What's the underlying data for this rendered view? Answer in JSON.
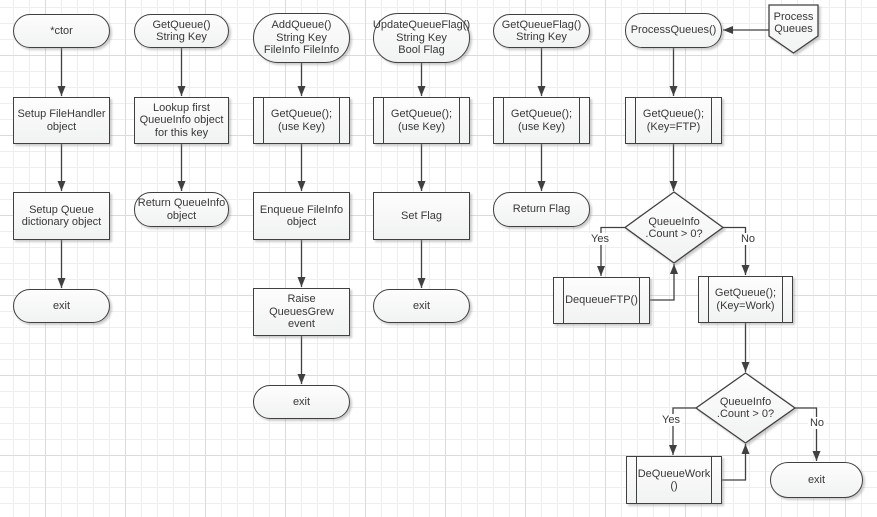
{
  "nodes": {
    "ctor_start": "*ctor",
    "ctor_setup_filehandler": "Setup FileHandler\nobject",
    "ctor_setup_queue_dict": "Setup Queue\ndictionary object",
    "ctor_exit": "exit",
    "getqueue_start": "GetQueue()\nString Key",
    "getqueue_lookup": "Lookup first\nQueueInfo object\nfor this key",
    "getqueue_return": "Return QueueInfo\nobject",
    "addqueue_start": "AddQueue()\nString Key\nFileInfo FileInfo",
    "addqueue_getqueue": "GetQueue();\n(use Key)",
    "addqueue_enqueue": "Enqueue FileInfo\nobject",
    "addqueue_raise": "Raise QueuesGrew\nevent",
    "addqueue_exit": "exit",
    "updateflag_start": "UpdateQueueFlag()\nString Key\nBool Flag",
    "updateflag_getqueue": "GetQueue();\n(use Key)",
    "updateflag_setflag": "Set Flag",
    "updateflag_exit": "exit",
    "getflag_start": "GetQueueFlag()\nString Key",
    "getflag_getqueue": "GetQueue();\n(use Key)",
    "getflag_return": "Return Flag",
    "process_start": "ProcessQueues()",
    "process_offpage": "Process\nQueues",
    "process_getqueue_ftp": "GetQueue();\n(Key=FTP)",
    "process_decision_ftp": "QueueInfo\n.Count > 0?",
    "process_dequeue_ftp": "DequeueFTP()",
    "process_getqueue_work": "GetQueue();\n(Key=Work)",
    "process_decision_work": "QueueInfo\n.Count > 0?",
    "process_dequeue_work": "DeQueueWork\n()",
    "process_exit": "exit"
  },
  "edge_labels": {
    "yes": "Yes",
    "no": "No"
  },
  "colors": {
    "shape_border": "#404040",
    "shape_fill_top": "#fdfdfd",
    "shape_fill_bottom": "#f1f2f2",
    "connector": "#404040",
    "grid_minor": "#eceef0",
    "grid_major": "#d9dbdd",
    "text": "#383838"
  }
}
